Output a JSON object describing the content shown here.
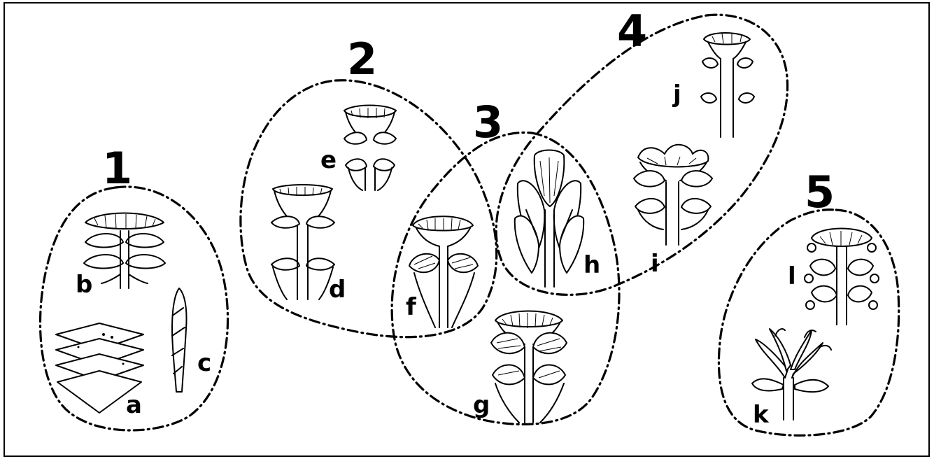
{
  "groups": [
    {
      "number": "1",
      "specimens": [
        "a",
        "b",
        "c"
      ]
    },
    {
      "number": "2",
      "specimens": [
        "d",
        "e",
        "f"
      ]
    },
    {
      "number": "3",
      "specimens": [
        "f",
        "g",
        "h"
      ]
    },
    {
      "number": "4",
      "specimens": [
        "h",
        "i",
        "j"
      ]
    },
    {
      "number": "5",
      "specimens": [
        "k",
        "l"
      ]
    }
  ],
  "labels": {
    "a": "a",
    "b": "b",
    "c": "c",
    "d": "d",
    "e": "e",
    "f": "f",
    "g": "g",
    "h": "h",
    "i": "i",
    "j": "j",
    "k": "k",
    "l": "l"
  }
}
